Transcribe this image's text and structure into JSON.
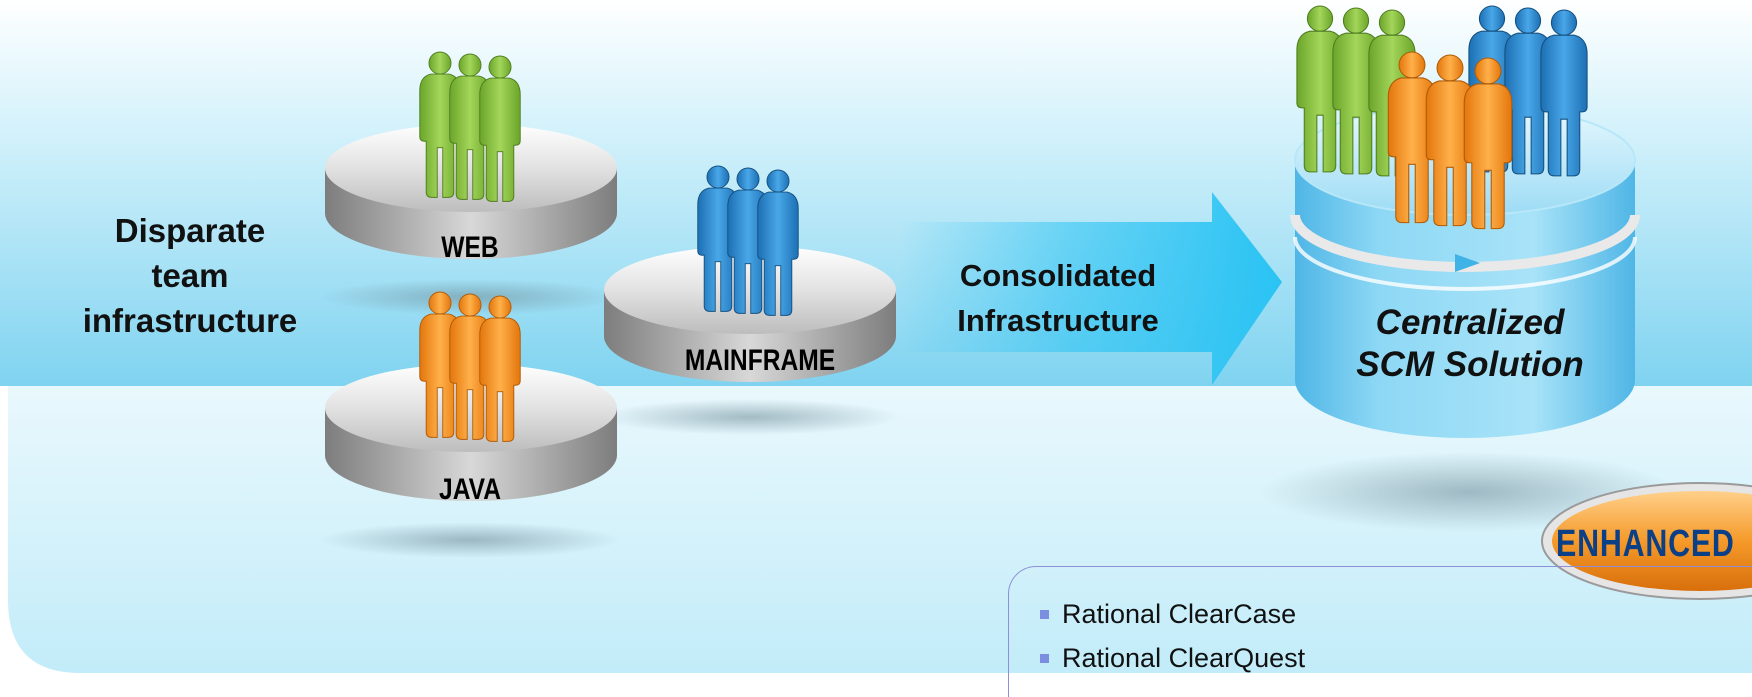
{
  "captions": {
    "disparate": [
      "Disparate",
      "team",
      "infrastructure"
    ],
    "consolidated": [
      "Consolidated",
      "Infrastructure"
    ],
    "centralized": [
      "Centralized",
      "SCM Solution"
    ]
  },
  "platforms": {
    "web": "WEB",
    "java": "JAVA",
    "mainframe": "MAINFRAME"
  },
  "badge": "ENHANCED",
  "products": [
    "Rational ClearCase",
    "Rational ClearQuest"
  ],
  "colors": {
    "background_band": "#8fd7f0",
    "light_panel": "#d6f2fb",
    "green_team": "#8cc63f",
    "orange_team": "#f7941d",
    "blue_team": "#2b8ed6",
    "arrow": "#29c3f3",
    "badge_fill": "#f59a2a",
    "badge_text": "#0b3f86",
    "bullet": "#7b8ee0"
  },
  "icons": {
    "people_group": "people-group-icon",
    "platform": "platform-disc-icon",
    "arrow": "right-arrow-icon",
    "cylinder": "cylinder-icon"
  }
}
